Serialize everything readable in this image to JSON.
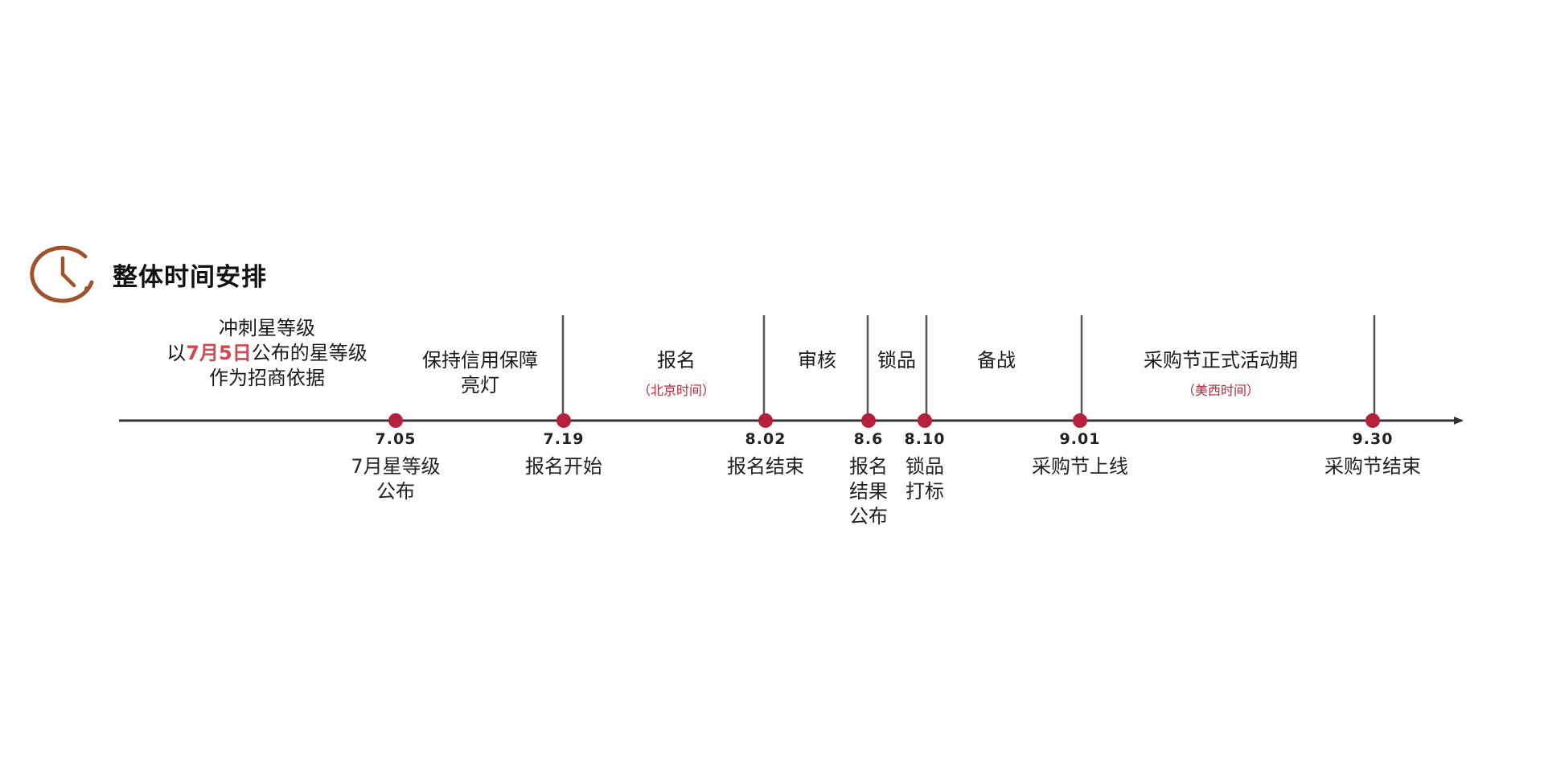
{
  "title": "整体时间安排",
  "icons": {
    "header": "clock-icon"
  },
  "colors": {
    "accent": "#a0522d",
    "marker": "#b5203a",
    "note": "#b8283a",
    "highlight": "#d2484f",
    "axis": "#333333"
  },
  "intro": {
    "line1": "冲刺星等级",
    "line2_pre": "以",
    "line2_hl": "7月5日",
    "line2_post": "公布的星等级",
    "line3": "作为招商依据"
  },
  "phases": [
    {
      "lines": [
        "保持信用保障",
        "亮灯"
      ],
      "note": ""
    },
    {
      "lines": [
        "报名"
      ],
      "note": "（北京时间）"
    },
    {
      "lines": [
        "审核"
      ],
      "note": ""
    },
    {
      "lines": [
        "锁品"
      ],
      "note": ""
    },
    {
      "lines": [
        "备战"
      ],
      "note": ""
    },
    {
      "lines": [
        "采购节正式活动期"
      ],
      "note": "（美西时间）"
    }
  ],
  "milestones": [
    {
      "date": "7.05",
      "label": [
        "7月星等级",
        "公布"
      ]
    },
    {
      "date": "7.19",
      "label": [
        "报名开始"
      ]
    },
    {
      "date": "8.02",
      "label": [
        "报名结束"
      ]
    },
    {
      "date": "8.6",
      "label": [
        "报名",
        "结果",
        "公布"
      ]
    },
    {
      "date": "8.10",
      "label": [
        "锁品",
        "打标"
      ]
    },
    {
      "date": "9.01",
      "label": [
        "采购节上线"
      ]
    },
    {
      "date": "9.30",
      "label": [
        "采购节结束"
      ]
    }
  ]
}
